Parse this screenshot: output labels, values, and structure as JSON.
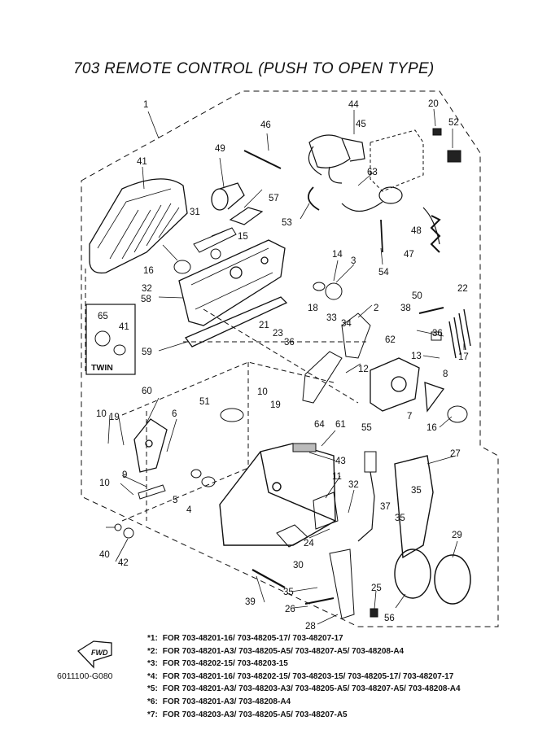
{
  "title": "703 REMOTE CONTROL (PUSH TO OPEN TYPE)",
  "drawing_code": "6011100-G080",
  "fwd_badge": "FWD",
  "twin_box_label": "TWIN",
  "callouts": {
    "c1": "1",
    "c3": "3",
    "c2": "2",
    "c4": "4",
    "c5": "5",
    "c6": "6",
    "c7": "7",
    "c8": "8",
    "c9": "9",
    "c10a": "10",
    "c10b": "10",
    "c10c": "10",
    "c11": "11",
    "c12": "12",
    "c13": "13",
    "c14": "14",
    "c15": "15",
    "c16a": "16",
    "c16b": "16",
    "c17": "17",
    "c18": "18",
    "c19a": "19",
    "c19b": "19",
    "c20": "20",
    "c21": "21",
    "c22": "22",
    "c23": "23",
    "c24": "24",
    "c25": "25",
    "c26": "26",
    "c27": "27",
    "c28": "28",
    "c29": "29",
    "c30": "30",
    "c31": "31",
    "c32a": "32",
    "c32b": "32",
    "c33": "33",
    "c34": "34",
    "c35a": "35",
    "c35b": "35",
    "c35c": "35",
    "c36a": "36",
    "c36b": "36",
    "c37": "37",
    "c38": "38",
    "c39": "39",
    "c40": "40",
    "c41a": "41",
    "c41b": "41",
    "c42": "42",
    "c43": "43",
    "c44": "44",
    "c45": "45",
    "c46": "46",
    "c47": "47",
    "c48": "48",
    "c49": "49",
    "c50": "50",
    "c51": "51",
    "c52": "52",
    "c53": "53",
    "c54": "54",
    "c55": "55",
    "c56": "56",
    "c57": "57",
    "c58": "58",
    "c59": "59",
    "c60": "60",
    "c61": "61",
    "c62": "62",
    "c63": "63",
    "c64": "64",
    "c65": "65"
  },
  "notes": [
    {
      "mark": "*1:",
      "text": "FOR 703-48201-16/ 703-48205-17/ 703-48207-17"
    },
    {
      "mark": "*2:",
      "text": "FOR 703-48201-A3/ 703-48205-A5/ 703-48207-A5/ 703-48208-A4"
    },
    {
      "mark": "*3:",
      "text": "FOR 703-48202-15/ 703-48203-15"
    },
    {
      "mark": "*4:",
      "text": "FOR 703-48201-16/ 703-48202-15/ 703-48203-15/ 703-48205-17/ 703-48207-17"
    },
    {
      "mark": "*5:",
      "text": "FOR 703-48201-A3/ 703-48203-A3/ 703-48205-A5/ 703-48207-A5/ 703-48208-A4"
    },
    {
      "mark": "*6:",
      "text": "FOR 703-48201-A3/ 703-48208-A4"
    },
    {
      "mark": "*7:",
      "text": "FOR 703-48203-A3/ 703-48205-A5/ 703-48207-A5"
    }
  ],
  "colors": {
    "ink": "#111111",
    "fill_light": "#ffffff",
    "fill_dark": "#222222",
    "fill_grey": "#bbbbbb"
  }
}
